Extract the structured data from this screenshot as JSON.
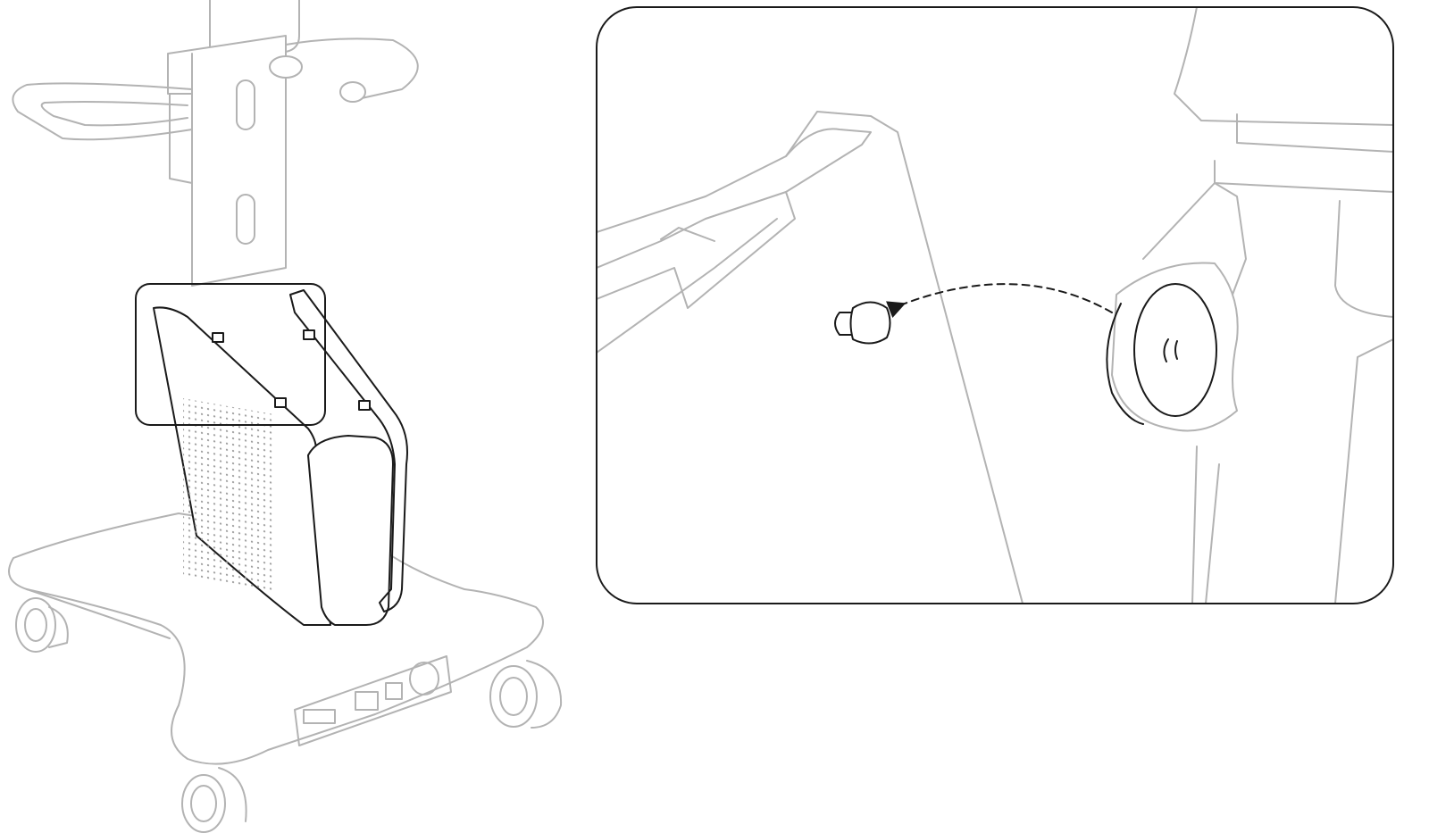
{
  "figure": {
    "colors": {
      "background": "#ffffff",
      "context_lines": "#b3b3b3",
      "highlight_lines": "#1a1a1a"
    },
    "icons": [
      "cart-illustration",
      "battery-box",
      "detail-callout",
      "screw-cap",
      "dashed-arrow"
    ]
  }
}
